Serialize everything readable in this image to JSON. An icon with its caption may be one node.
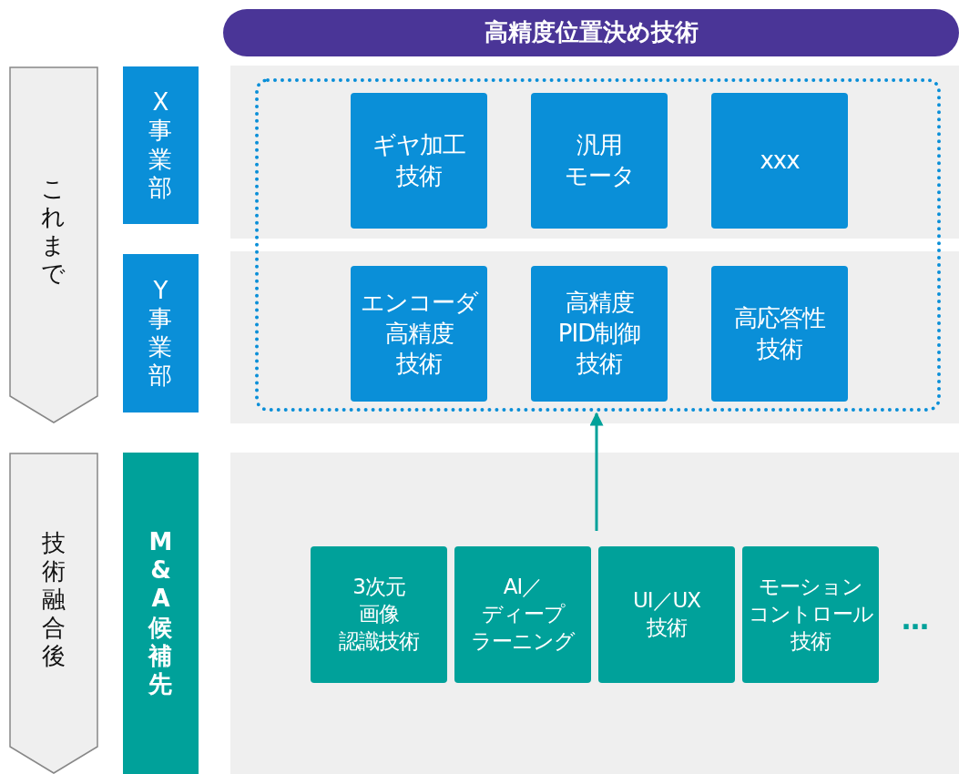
{
  "diagram": {
    "title": "高精度位置決め技術",
    "nodes": [
      {
        "text": [
          "これまで"
        ]
      },
      {
        "text": [
          "X事業部"
        ]
      },
      {
        "text": [
          "Y事業部"
        ]
      },
      {
        "text": [],
        "shape": "box"
      },
      {
        "text": [
          "ギヤ加工技術"
        ],
        "in": 3
      },
      {
        "text": [
          "汎用モータ"
        ],
        "in": 3
      },
      {
        "text": [
          "xxx"
        ],
        "in": 3
      },
      {
        "text": [
          "エンコーダ高精度技術"
        ],
        "in": 3
      },
      {
        "text": [
          "高精度PID制御技術"
        ],
        "in": 3
      },
      {
        "text": [
          "高応答性技術"
        ],
        "in": 3
      },
      {
        "text": [
          "技術融合後"
        ]
      },
      {
        "text": [
          "M&A候補先"
        ]
      },
      {
        "text": [
          "3次元画像認識技術"
        ]
      },
      {
        "text": [
          "AI／ディープラーニング"
        ]
      },
      {
        "text": [
          "UI／UX技術"
        ]
      },
      {
        "text": [
          "モーションコントロール技術"
        ]
      }
    ],
    "edges": [
      {
        "from": null,
        "to": 3,
        "arrow": "to",
        "color": "#00a19a"
      }
    ],
    "labels": [
      "…"
    ]
  }
}
